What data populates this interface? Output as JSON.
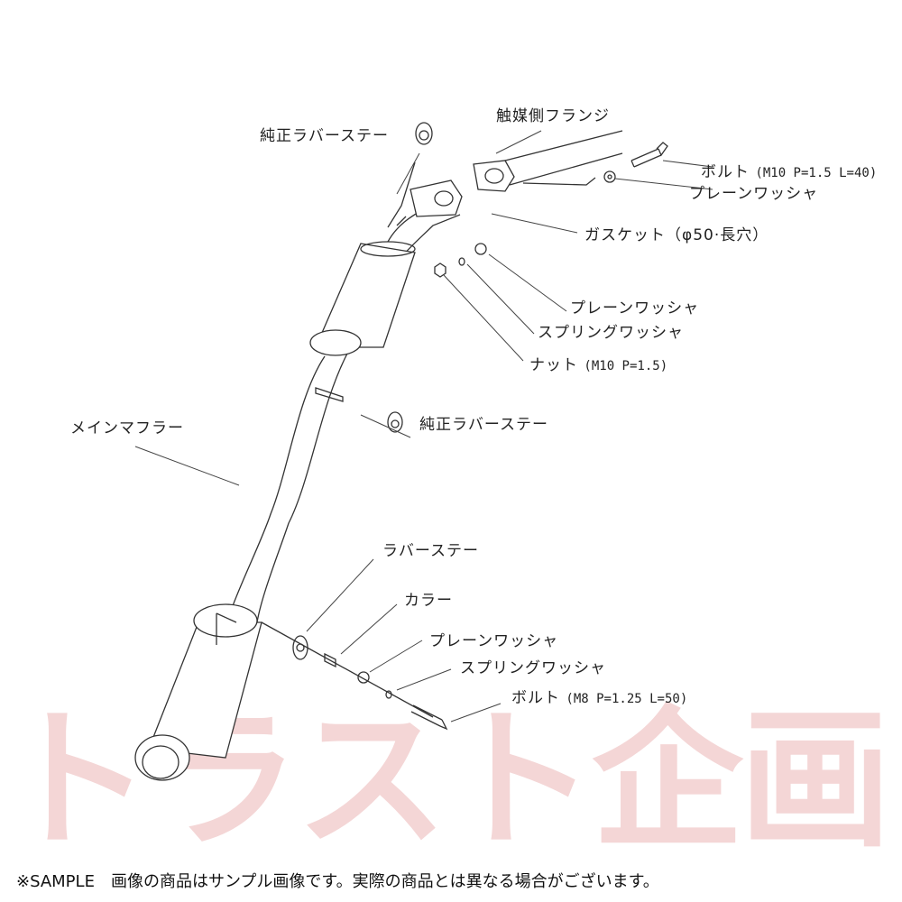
{
  "labels": {
    "catalyst_flange": "触媒側フランジ",
    "oem_rubber_stay_top": "純正ラバーステー",
    "bolt_m10": "ボルト",
    "bolt_m10_spec": "(M10 P=1.5 L=40)",
    "plain_washer_top": "プレーンワッシャ",
    "gasket": "ガスケット（φ50·長穴）",
    "plain_washer_mid": "プレーンワッシャ",
    "spring_washer_mid": "スプリングワッシャ",
    "nut": "ナット",
    "nut_spec": "(M10 P=1.5)",
    "oem_rubber_stay_mid": "純正ラバーステー",
    "main_muffler": "メインマフラー",
    "rubber_stay": "ラバーステー",
    "collar": "カラー",
    "plain_washer_bottom": "プレーンワッシャ",
    "spring_washer_bottom": "スプリングワッシャ",
    "bolt_m8": "ボルト",
    "bolt_m8_spec": "(M8 P=1.25 L=50)"
  },
  "watermark": [
    "ト",
    "ラ",
    "ス",
    "ト",
    "企",
    "画"
  ],
  "watermark_color": "#e7a5a5",
  "footer": "※SAMPLE　画像の商品はサンプル画像です。実際の商品とは異なる場合がございます。"
}
